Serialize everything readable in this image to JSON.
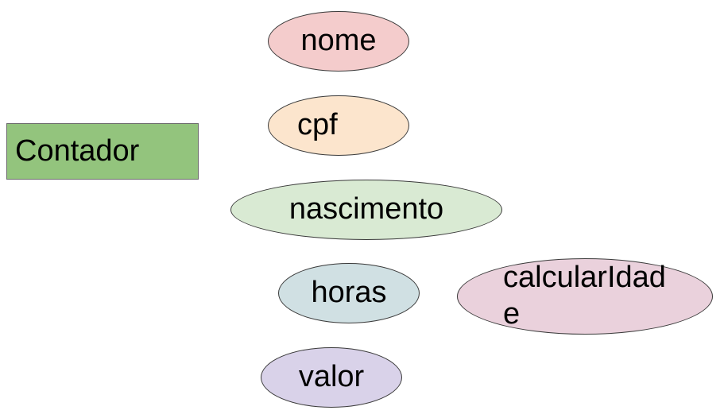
{
  "class_box": {
    "label": "Contador",
    "color": "#93c47d"
  },
  "attributes": [
    {
      "label": "nome",
      "color": "#f4cccc"
    },
    {
      "label": "cpf",
      "color": "#fce5cd"
    },
    {
      "label": "nascimento",
      "color": "#d9ead3"
    },
    {
      "label": "horas",
      "color": "#d0e0e3"
    },
    {
      "label": "valor",
      "color": "#d9d2e9"
    }
  ],
  "methods": [
    {
      "label": "calcularIdade",
      "color": "#ead1dc"
    }
  ]
}
